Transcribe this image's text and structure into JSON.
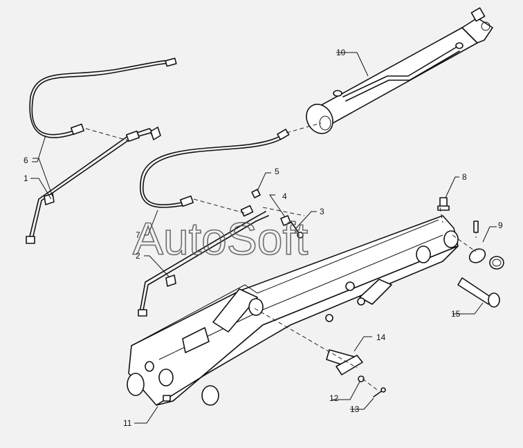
{
  "watermark": "AutoSoft",
  "callouts": [
    {
      "label": "1"
    },
    {
      "label": "2"
    },
    {
      "label": "3"
    },
    {
      "label": "4"
    },
    {
      "label": "5"
    },
    {
      "label": "6"
    },
    {
      "label": "7"
    },
    {
      "label": "8"
    },
    {
      "label": "9"
    },
    {
      "label": "10"
    },
    {
      "label": "11"
    },
    {
      "label": "12"
    },
    {
      "label": "13"
    },
    {
      "label": "14"
    },
    {
      "label": "15"
    }
  ]
}
